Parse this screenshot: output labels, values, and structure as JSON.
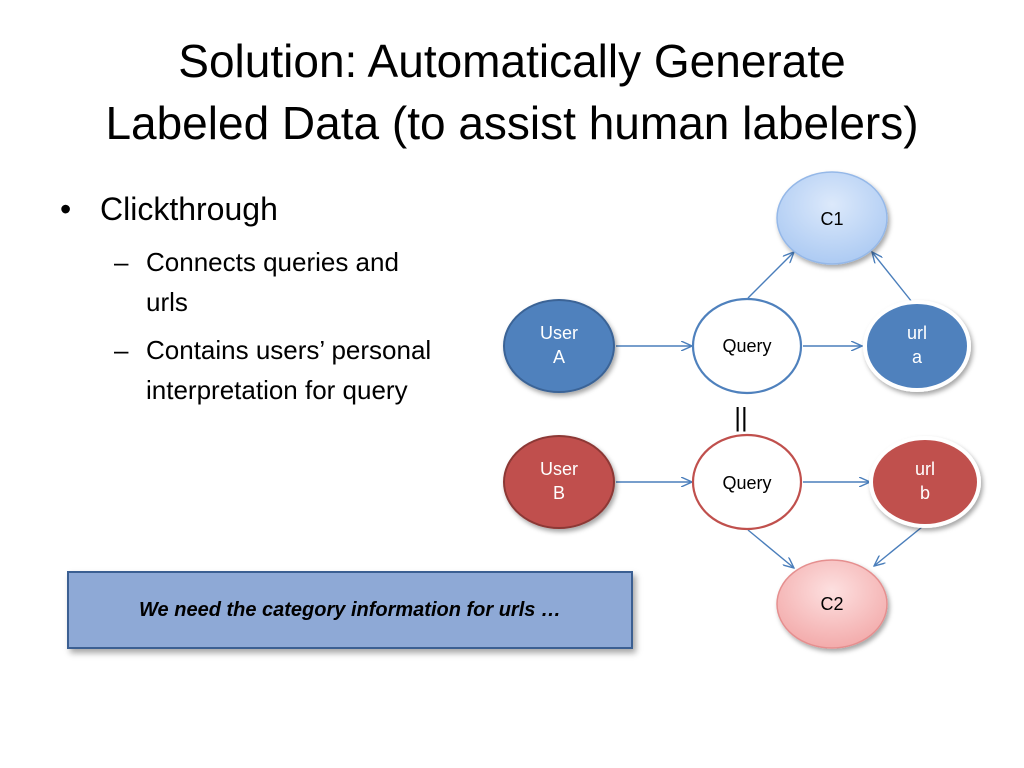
{
  "slide": {
    "title_lines": [
      "Solution: Automatically Generate",
      "Labeled Data (to assist human labelers)"
    ],
    "bullet": {
      "marker": "•",
      "text": "Clickthrough",
      "subs": [
        {
          "marker": "–",
          "lines": [
            "Connects queries and",
            "urls"
          ]
        },
        {
          "marker": "–",
          "lines": [
            "Contains users’ personal",
            "interpretation for query"
          ]
        }
      ]
    },
    "note": "We need the category information for urls …"
  },
  "diagram": {
    "separator": "||",
    "nodes": {
      "c1": {
        "lines": [
          "C1"
        ]
      },
      "user_a": {
        "lines": [
          "User",
          "A"
        ]
      },
      "query_top": {
        "lines": [
          "Query"
        ]
      },
      "url_a": {
        "lines": [
          "url",
          "a"
        ]
      },
      "user_b": {
        "lines": [
          "User",
          "B"
        ]
      },
      "query_bottom": {
        "lines": [
          "Query"
        ]
      },
      "url_b": {
        "lines": [
          "url",
          "b"
        ]
      },
      "c2": {
        "lines": [
          "C2"
        ]
      }
    },
    "edges": [
      {
        "from": "user_a",
        "to": "query_top"
      },
      {
        "from": "query_top",
        "to": "url_a"
      },
      {
        "from": "query_top",
        "to": "c1"
      },
      {
        "from": "url_a",
        "to": "c1"
      },
      {
        "from": "user_b",
        "to": "query_bottom"
      },
      {
        "from": "query_bottom",
        "to": "url_b"
      },
      {
        "from": "query_bottom",
        "to": "c2"
      },
      {
        "from": "url_b",
        "to": "c2"
      }
    ],
    "colors": {
      "blue_fill": "#4f81bd",
      "blue_stroke": "#3a6496",
      "red_fill": "#c0504d",
      "red_stroke": "#8c3836",
      "edge": "#4a7ebb",
      "c1_light": "#dce9fb",
      "c1_dark": "#a9c8f2",
      "c2_light": "#fde0e0",
      "c2_dark": "#f2a7a7"
    }
  }
}
